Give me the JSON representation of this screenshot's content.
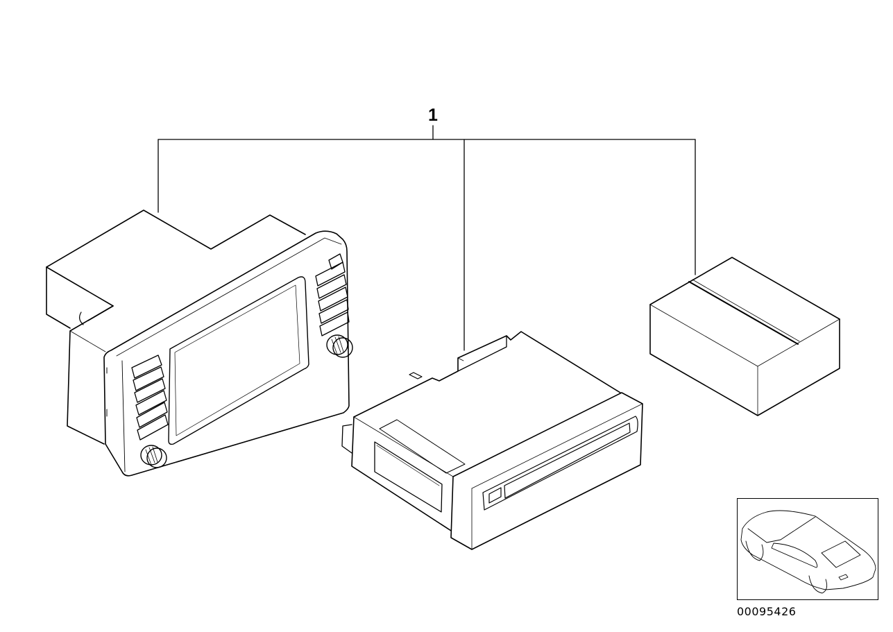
{
  "diagram": {
    "callout_number": "1",
    "diagram_id": "00095426",
    "colors": {
      "line": "#000000",
      "background": "#ffffff"
    },
    "parts": [
      {
        "name": "navigation-monitor-unit",
        "description": "Display unit with screen, button columns and two rotary knobs"
      },
      {
        "name": "navigation-computer-unit",
        "description": "Drive unit with front CD/DVD slot"
      },
      {
        "name": "package-box",
        "description": "Cardboard box"
      }
    ],
    "thumbnail": {
      "name": "vehicle-location-thumbnail",
      "description": "Car outline"
    }
  }
}
